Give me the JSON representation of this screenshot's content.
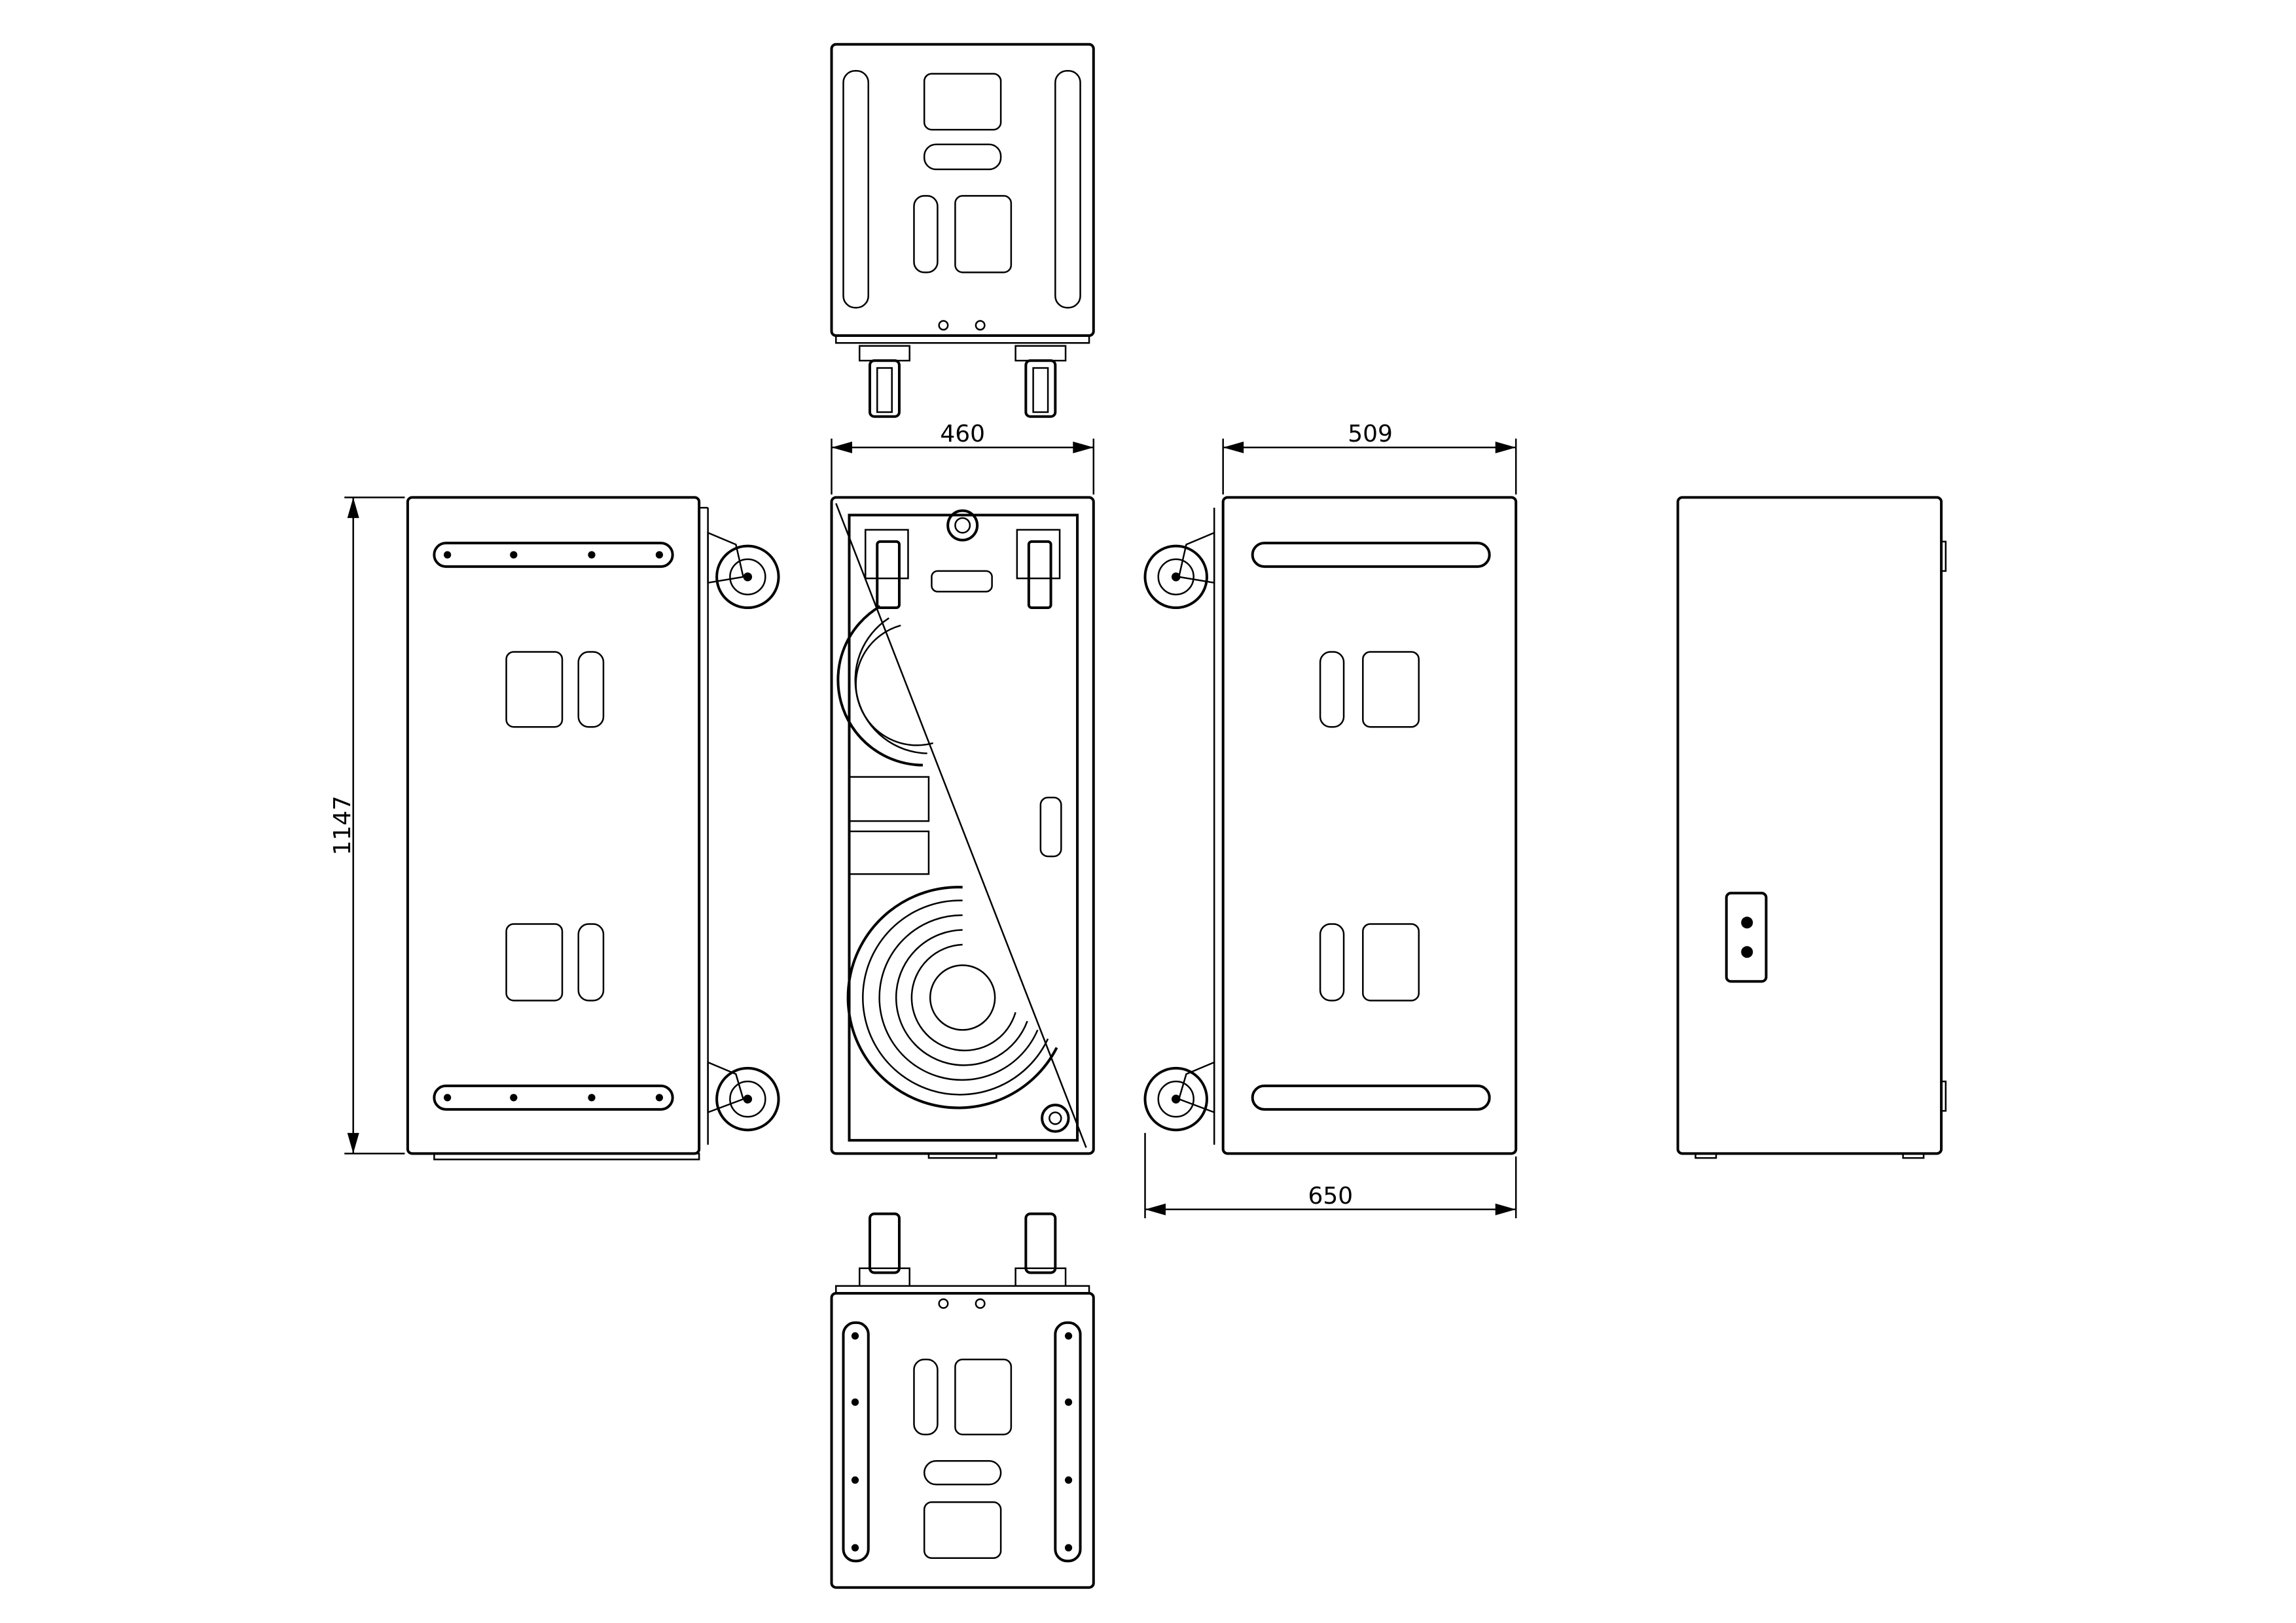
{
  "dimensions": {
    "front_width": "460",
    "side_depth": "509",
    "overall_depth_with_casters": "650",
    "height": "1147"
  },
  "colors": {
    "line": "#000000",
    "background": "#ffffff"
  }
}
